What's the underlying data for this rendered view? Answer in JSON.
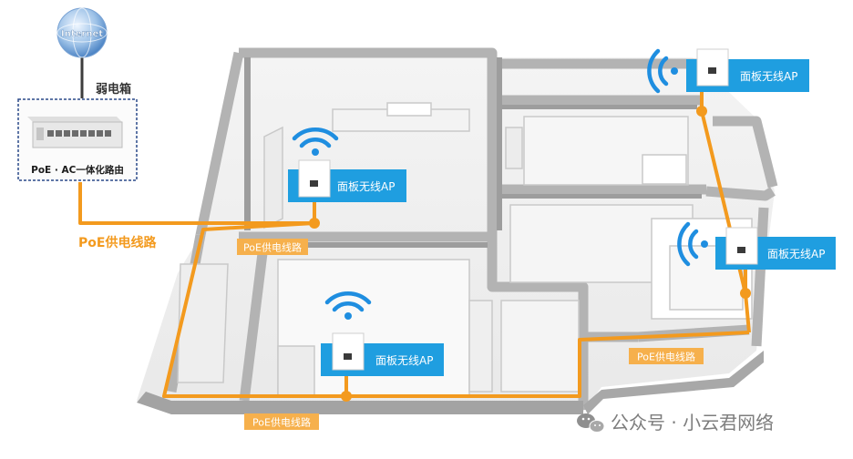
{
  "internet": {
    "label": "Internet"
  },
  "box": {
    "title": "弱电箱",
    "router_label": "PoE · AC一体化路由"
  },
  "poe_main_label": "PoE供电线路",
  "poe_tags": [
    "PoE供电线路",
    "PoE供电线路",
    "PoE供电线路"
  ],
  "aps": [
    {
      "label": "面板无线AP"
    },
    {
      "label": "面板无线AP"
    },
    {
      "label": "面板无线AP"
    },
    {
      "label": "面板无线AP"
    }
  ],
  "watermark": "公众号 · 小云君网络",
  "colors": {
    "poe_line": "#f39a1e",
    "ap_panel": "#1f9ee0",
    "wifi": "#1f8ee0",
    "wall": "#b5b5b5",
    "wall_dark": "#9b9b9b",
    "floor": "#f1f1f1"
  }
}
